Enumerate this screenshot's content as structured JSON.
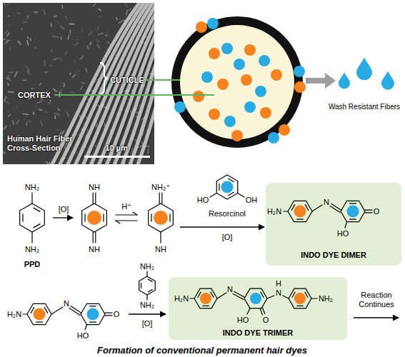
{
  "diagram": {
    "caption": "Formation of conventional permanent hair dyes",
    "nodes": [
      {
        "text": [
          "H₂N",
          "N",
          "O",
          "HO",
          "INDO DYE DIMER"
        ]
      },
      {
        "text": [
          "H₂N",
          "N",
          "H",
          "N",
          "NH₂",
          "HO",
          "O",
          "INDO DYE TRIMER"
        ]
      }
    ],
    "labels": [
      "CUTICLE",
      "CORTEX",
      "Human Hair Fiber Cross-Section",
      "10 µm",
      "Wash Resistant Fibers",
      "NH₂",
      "NH₂",
      "PPD",
      "[O]",
      "NH",
      "NH",
      "H⁺",
      "NH₂⁺",
      "NH",
      "HO",
      "OH",
      "Resorcinol",
      "[O]",
      "H₂N",
      "N",
      "HO",
      "O",
      "NH₂",
      "NH₂",
      "[O]",
      "Reaction Continues"
    ]
  }
}
